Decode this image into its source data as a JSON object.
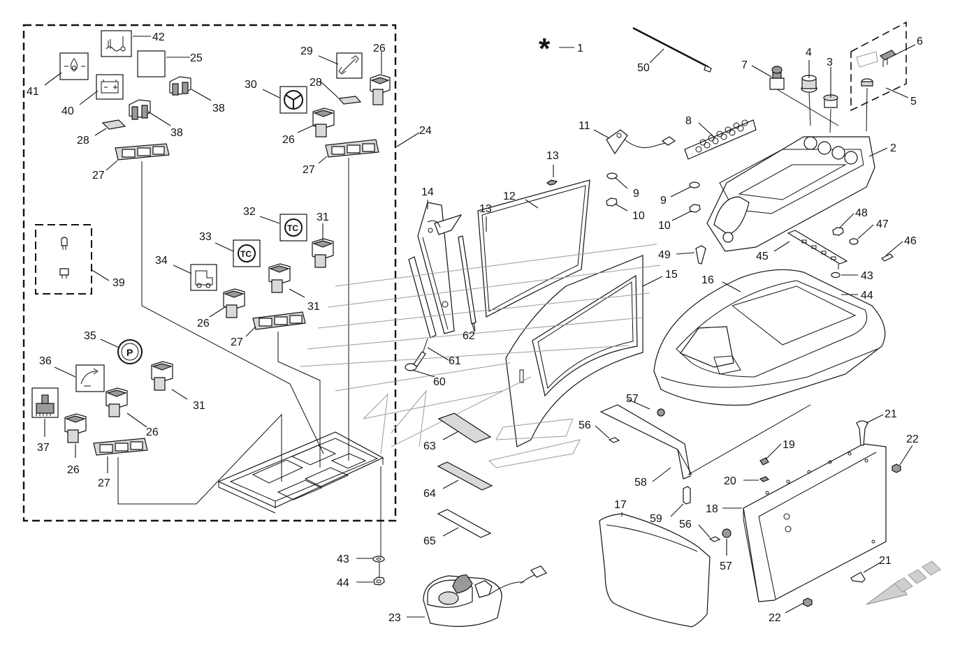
{
  "diagram": {
    "star_marker": "*",
    "callouts": [
      {
        "id": "c1",
        "label": "1"
      },
      {
        "id": "c2",
        "label": "2"
      },
      {
        "id": "c3",
        "label": "3"
      },
      {
        "id": "c4",
        "label": "4"
      },
      {
        "id": "c5",
        "label": "5"
      },
      {
        "id": "c6",
        "label": "6"
      },
      {
        "id": "c7",
        "label": "7"
      },
      {
        "id": "c8",
        "label": "8"
      },
      {
        "id": "c9a",
        "label": "9"
      },
      {
        "id": "c9b",
        "label": "9"
      },
      {
        "id": "c10a",
        "label": "10"
      },
      {
        "id": "c10b",
        "label": "10"
      },
      {
        "id": "c11",
        "label": "11"
      },
      {
        "id": "c12",
        "label": "12"
      },
      {
        "id": "c13a",
        "label": "13"
      },
      {
        "id": "c13b",
        "label": "13"
      },
      {
        "id": "c14",
        "label": "14"
      },
      {
        "id": "c15",
        "label": "15"
      },
      {
        "id": "c16",
        "label": "16"
      },
      {
        "id": "c17",
        "label": "17"
      },
      {
        "id": "c18",
        "label": "18"
      },
      {
        "id": "c19",
        "label": "19"
      },
      {
        "id": "c20",
        "label": "20"
      },
      {
        "id": "c21a",
        "label": "21"
      },
      {
        "id": "c21b",
        "label": "21"
      },
      {
        "id": "c22a",
        "label": "22"
      },
      {
        "id": "c22b",
        "label": "22"
      },
      {
        "id": "c23",
        "label": "23"
      },
      {
        "id": "c24",
        "label": "24"
      },
      {
        "id": "c25",
        "label": "25"
      },
      {
        "id": "c26a",
        "label": "26"
      },
      {
        "id": "c26b",
        "label": "26"
      },
      {
        "id": "c26c",
        "label": "26"
      },
      {
        "id": "c26d",
        "label": "26"
      },
      {
        "id": "c26e",
        "label": "26"
      },
      {
        "id": "c27a",
        "label": "27"
      },
      {
        "id": "c27b",
        "label": "27"
      },
      {
        "id": "c27c",
        "label": "27"
      },
      {
        "id": "c27d",
        "label": "27"
      },
      {
        "id": "c28a",
        "label": "28"
      },
      {
        "id": "c28b",
        "label": "28"
      },
      {
        "id": "c29",
        "label": "29"
      },
      {
        "id": "c30",
        "label": "30"
      },
      {
        "id": "c31a",
        "label": "31"
      },
      {
        "id": "c31b",
        "label": "31"
      },
      {
        "id": "c31c",
        "label": "31"
      },
      {
        "id": "c32",
        "label": "32"
      },
      {
        "id": "c33",
        "label": "33"
      },
      {
        "id": "c34",
        "label": "34"
      },
      {
        "id": "c35",
        "label": "35"
      },
      {
        "id": "c36",
        "label": "36"
      },
      {
        "id": "c37",
        "label": "37"
      },
      {
        "id": "c38a",
        "label": "38"
      },
      {
        "id": "c38b",
        "label": "38"
      },
      {
        "id": "c39",
        "label": "39"
      },
      {
        "id": "c40",
        "label": "40"
      },
      {
        "id": "c41",
        "label": "41"
      },
      {
        "id": "c42",
        "label": "42"
      },
      {
        "id": "c43a",
        "label": "43"
      },
      {
        "id": "c43b",
        "label": "43"
      },
      {
        "id": "c44a",
        "label": "44"
      },
      {
        "id": "c44b",
        "label": "44"
      },
      {
        "id": "c45",
        "label": "45"
      },
      {
        "id": "c46",
        "label": "46"
      },
      {
        "id": "c47",
        "label": "47"
      },
      {
        "id": "c48",
        "label": "48"
      },
      {
        "id": "c49",
        "label": "49"
      },
      {
        "id": "c50",
        "label": "50"
      },
      {
        "id": "c56a",
        "label": "56"
      },
      {
        "id": "c56b",
        "label": "56"
      },
      {
        "id": "c57a",
        "label": "57"
      },
      {
        "id": "c57b",
        "label": "57"
      },
      {
        "id": "c58",
        "label": "58"
      },
      {
        "id": "c59",
        "label": "59"
      },
      {
        "id": "c60",
        "label": "60"
      },
      {
        "id": "c61",
        "label": "61"
      },
      {
        "id": "c62",
        "label": "62"
      },
      {
        "id": "c63",
        "label": "63"
      },
      {
        "id": "c64",
        "label": "64"
      },
      {
        "id": "c65",
        "label": "65"
      }
    ],
    "symbols": {
      "traction_control": "TC",
      "parking_brake": "P"
    }
  }
}
